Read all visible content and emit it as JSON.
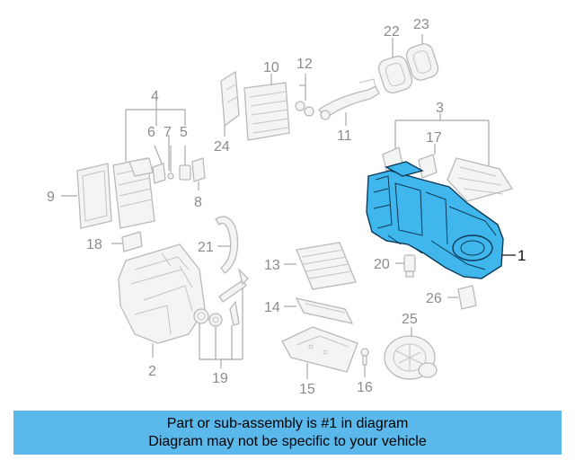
{
  "diagram": {
    "callouts": [
      "1",
      "2",
      "3",
      "4",
      "5",
      "6",
      "7",
      "8",
      "9",
      "10",
      "11",
      "12",
      "13",
      "14",
      "15",
      "16",
      "17",
      "18",
      "19",
      "20",
      "21",
      "22",
      "23",
      "24",
      "25",
      "26"
    ],
    "highlighted_part": "1",
    "highlight_color": "#3fb6ec"
  },
  "banner": {
    "line1": "Part or sub-assembly is #1 in diagram",
    "line2": "Diagram may not be specific to your vehicle",
    "background": "#5ab8ea"
  }
}
